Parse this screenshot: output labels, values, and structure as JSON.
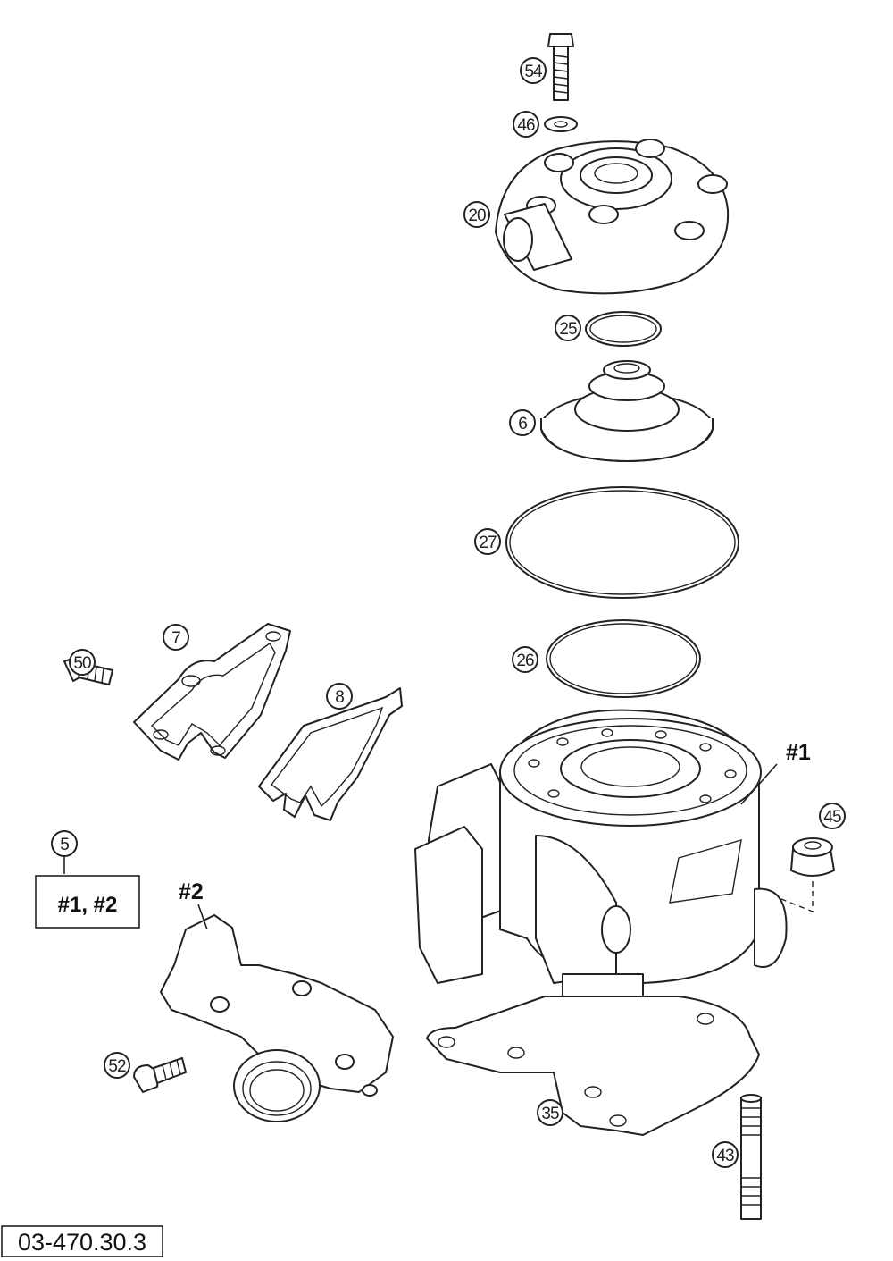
{
  "callouts": [
    {
      "id": "54",
      "label": "54"
    },
    {
      "id": "46",
      "label": "46"
    },
    {
      "id": "20",
      "label": "20"
    },
    {
      "id": "25",
      "label": "25"
    },
    {
      "id": "6",
      "label": "6"
    },
    {
      "id": "27",
      "label": "27"
    },
    {
      "id": "26",
      "label": "26"
    },
    {
      "id": "7",
      "label": "7"
    },
    {
      "id": "50",
      "label": "50"
    },
    {
      "id": "8",
      "label": "8"
    },
    {
      "id": "45",
      "label": "45"
    },
    {
      "id": "5",
      "label": "5"
    },
    {
      "id": "52",
      "label": "52"
    },
    {
      "id": "35",
      "label": "35"
    },
    {
      "id": "43",
      "label": "43"
    }
  ],
  "assembly_labels": {
    "cylinder": "#1",
    "intake": "#2"
  },
  "reference_box": {
    "text": "#1, #2"
  },
  "drawing_number": "03-470.30.3"
}
